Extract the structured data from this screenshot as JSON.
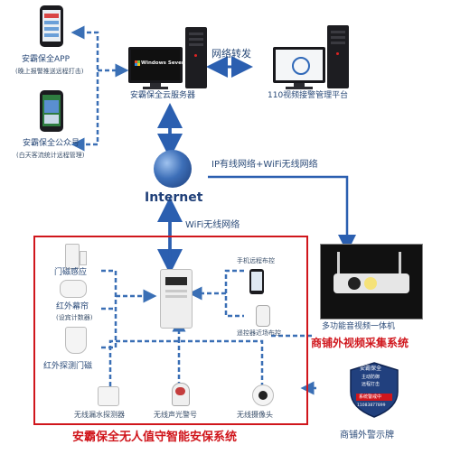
{
  "top": {
    "app_label": "安霸保全APP",
    "app_sub": "(晚上报警推送远程打击)",
    "wechat_label": "安霸保全公众号",
    "wechat_sub": "(白天客流统计远程管理)",
    "cloud_server_label": "安霸保全云服务器",
    "forward_label": "网络转发",
    "platform_label": "110视频接警管理平台",
    "windows_screen_text": "Windows Severs"
  },
  "network": {
    "internet_label": "Internet",
    "ip_wifi_label": "IP有线网络+WiFi无线网络",
    "wifi_label": "WiFi无线网络"
  },
  "devices": {
    "door_sensor": "门磁感应",
    "ir_curtain": "红外幕帘",
    "ir_curtain_sub": "(设宾计数器)",
    "ir_detector": "红外探测门磁",
    "phone_remote": "手机远程布控",
    "remote_control": "遥控器近场布控",
    "water_leak": "无线漏水探测器",
    "siren": "无线声光警号",
    "camera": "无线摄像头"
  },
  "right": {
    "camera_label": "多功能音视频一体机",
    "video_system_title": "商铺外视频采集系统",
    "warning_sign_label": "商铺外警示牌",
    "sign_line1": "安霸保全",
    "sign_line2": "主动防御",
    "sign_line3": "远程打击",
    "sign_line4": "系统警戒中",
    "sign_line5": "11083877899"
  },
  "bottom": {
    "system_title": "安霸保全无人值守智能安保系统"
  },
  "colors": {
    "accent_red": "#d0161c",
    "label_blue": "#2a4a78",
    "arrow_blue": "#2b5fb0",
    "dash_blue": "#3a6fb5"
  },
  "icons": [
    "windows-logo-icon",
    "globe-icon",
    "shield-icon",
    "smartphone-icon",
    "computer-tower-icon"
  ]
}
